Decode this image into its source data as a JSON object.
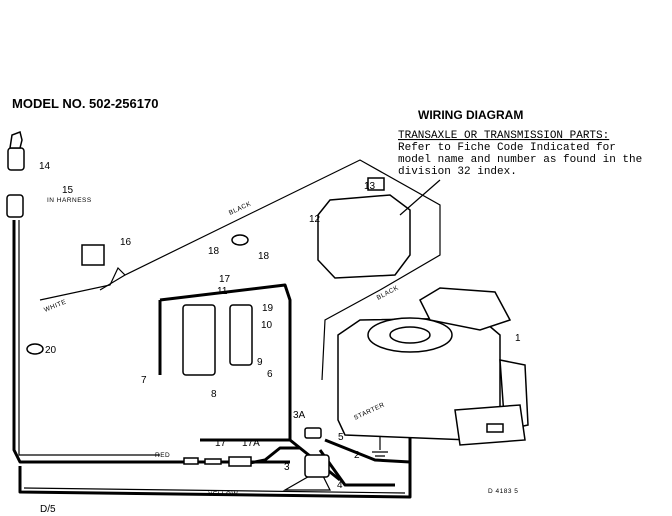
{
  "model_number": "MODEL NO. 502-256170",
  "title": "WIRING DIAGRAM",
  "note": {
    "heading": "TRANSAXLE OR TRANSMISSION PARTS:",
    "lines": [
      "Refer to Fiche Code Indicated for",
      "model name and number as found in the",
      "division 32 index."
    ]
  },
  "wire_labels": {
    "black_top": "BLACK",
    "black_right": "BLACK",
    "white": "WHITE",
    "red": "RED",
    "yellow": "YELLOW",
    "starter": "STARTER",
    "in_harness": "IN HARNESS"
  },
  "callouts": {
    "c1": "1",
    "c2": "2",
    "c3": "3",
    "c3a": "3A",
    "c4": "4",
    "c5": "5",
    "c6": "6",
    "c7": "7",
    "c8": "8",
    "c9": "9",
    "c10": "10",
    "c11": "11",
    "c12": "12",
    "c13": "13",
    "c14": "14",
    "c15": "15",
    "c16": "16",
    "c17": "17",
    "c17b": "17",
    "c17a": "17A",
    "c18a": "18",
    "c18b": "18",
    "c19": "19",
    "c20": "20"
  },
  "page_ref": "D/5",
  "drawing_id": "D 4183 5"
}
